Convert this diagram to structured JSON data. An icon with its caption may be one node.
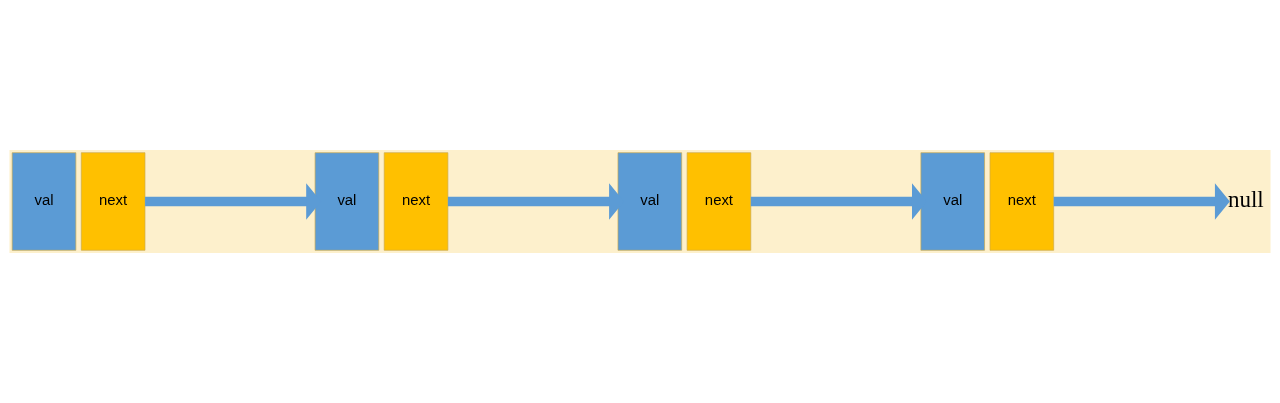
{
  "diagram": {
    "nodes": [
      {
        "text": [
          "val"
        ]
      },
      {
        "text": [
          "next"
        ]
      },
      {
        "text": [
          "val"
        ]
      },
      {
        "text": [
          "next"
        ]
      },
      {
        "text": [
          "val"
        ]
      },
      {
        "text": [
          "next"
        ]
      },
      {
        "text": [
          "val"
        ]
      },
      {
        "text": [
          "next"
        ]
      },
      {
        "text": [
          "null"
        ]
      }
    ],
    "edges": [
      {
        "from": 1,
        "to": 2,
        "arrow": "to"
      },
      {
        "from": 3,
        "to": 4,
        "arrow": "to"
      },
      {
        "from": 5,
        "to": 6,
        "arrow": "to"
      },
      {
        "from": 7,
        "to": 8,
        "arrow": "to"
      }
    ]
  }
}
